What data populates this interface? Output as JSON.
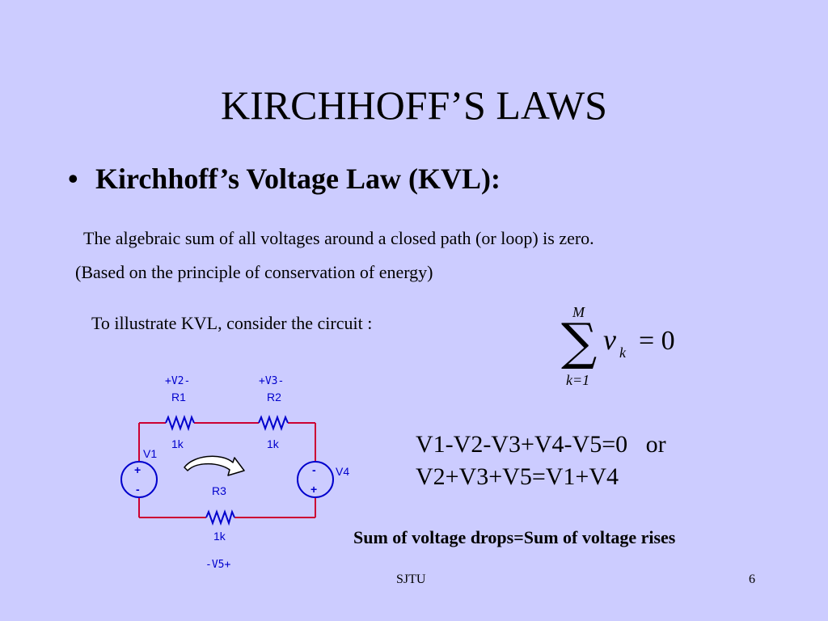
{
  "slide": {
    "title": "KIRCHHOFF’S LAWS",
    "bullet_symbol": "•",
    "heading": "Kirchhoff’s Voltage Law (KVL):",
    "statement": "The algebraic sum of all voltages around a closed path (or loop) is zero.",
    "principle": "(Based on the principle of conservation of energy)",
    "illustrate": "To illustrate KVL, consider the circuit :",
    "equation_line1": "V1-V2-V3+V4-V5=0   or",
    "equation_line2": "V2+V3+V5=V1+V4",
    "summary": "Sum of voltage drops=Sum of voltage rises"
  },
  "formula": {
    "upper_limit": "M",
    "variable": "v",
    "subscript": "k",
    "equals": "= 0",
    "lower_limit": "k=1"
  },
  "circuit": {
    "r1_drop": "+V2-",
    "r1_name": "R1",
    "r1_value": "1k",
    "r2_drop": "+V3-",
    "r2_name": "R2",
    "r2_value": "1k",
    "v1_name": "V1",
    "v4_name": "V4",
    "r3_name": "R3",
    "r3_value": "1k",
    "r3_drop": "-V5+",
    "plus": "+",
    "minus": "-"
  },
  "footer": {
    "center": "SJTU",
    "page": "6"
  },
  "colors": {
    "background": "#ccccff",
    "wire": "#cc0033",
    "component": "#0000cc",
    "arrow_fill": "#ffffff"
  }
}
